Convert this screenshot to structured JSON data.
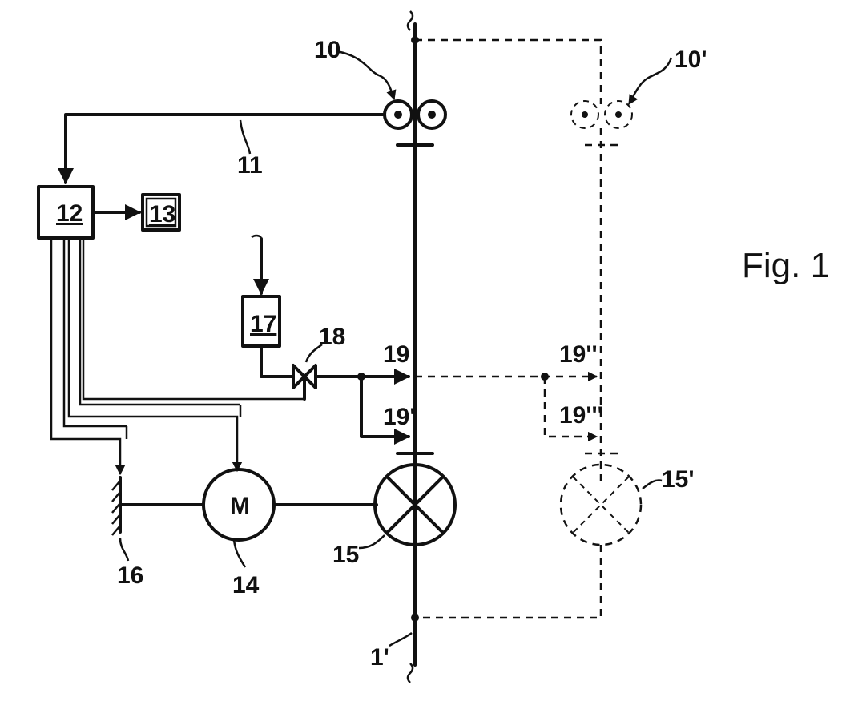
{
  "figure": {
    "title": "Fig. 1"
  },
  "labels": {
    "sensor": "10",
    "sensor_alt": "10'",
    "signal_line": "11",
    "controller": "12",
    "display": "13",
    "motor_ref": "14",
    "motor_letter": "M",
    "valve_ref": "15",
    "valve_alt": "15'",
    "brake": "16",
    "supply": "17",
    "small_valve": "18",
    "inject_a": "19",
    "inject_b": "19'",
    "inject_c": "19''",
    "inject_d": "19'''",
    "pipe": "1'"
  }
}
